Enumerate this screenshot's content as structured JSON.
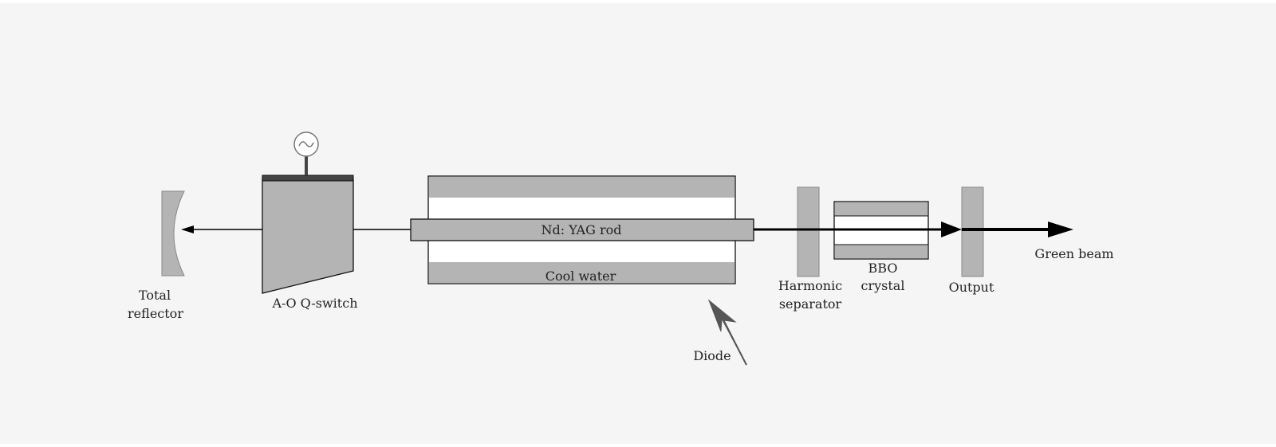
{
  "labels": {
    "total_reflector": [
      "Total",
      "reflector"
    ],
    "q_switch": "A-O Q-switch",
    "rod": "Nd: YAG rod",
    "cool_water": "Cool water",
    "diode": "Diode",
    "harmonic_separator": [
      "Harmonic",
      "separator"
    ],
    "bbo_crystal": [
      "BBO",
      "crystal"
    ],
    "output": "Output",
    "green_beam": "Green beam"
  },
  "colors": {
    "component_gray": "#b4b4b4",
    "outline": "#111111",
    "background": "#f5f5f5",
    "beam": "#000000",
    "diode_arrow": "#555555",
    "signal_generator": "#ffffff"
  },
  "icons": {
    "signal_generator": "sine-wave-source-icon",
    "diode_pump": "arrow-icon"
  }
}
